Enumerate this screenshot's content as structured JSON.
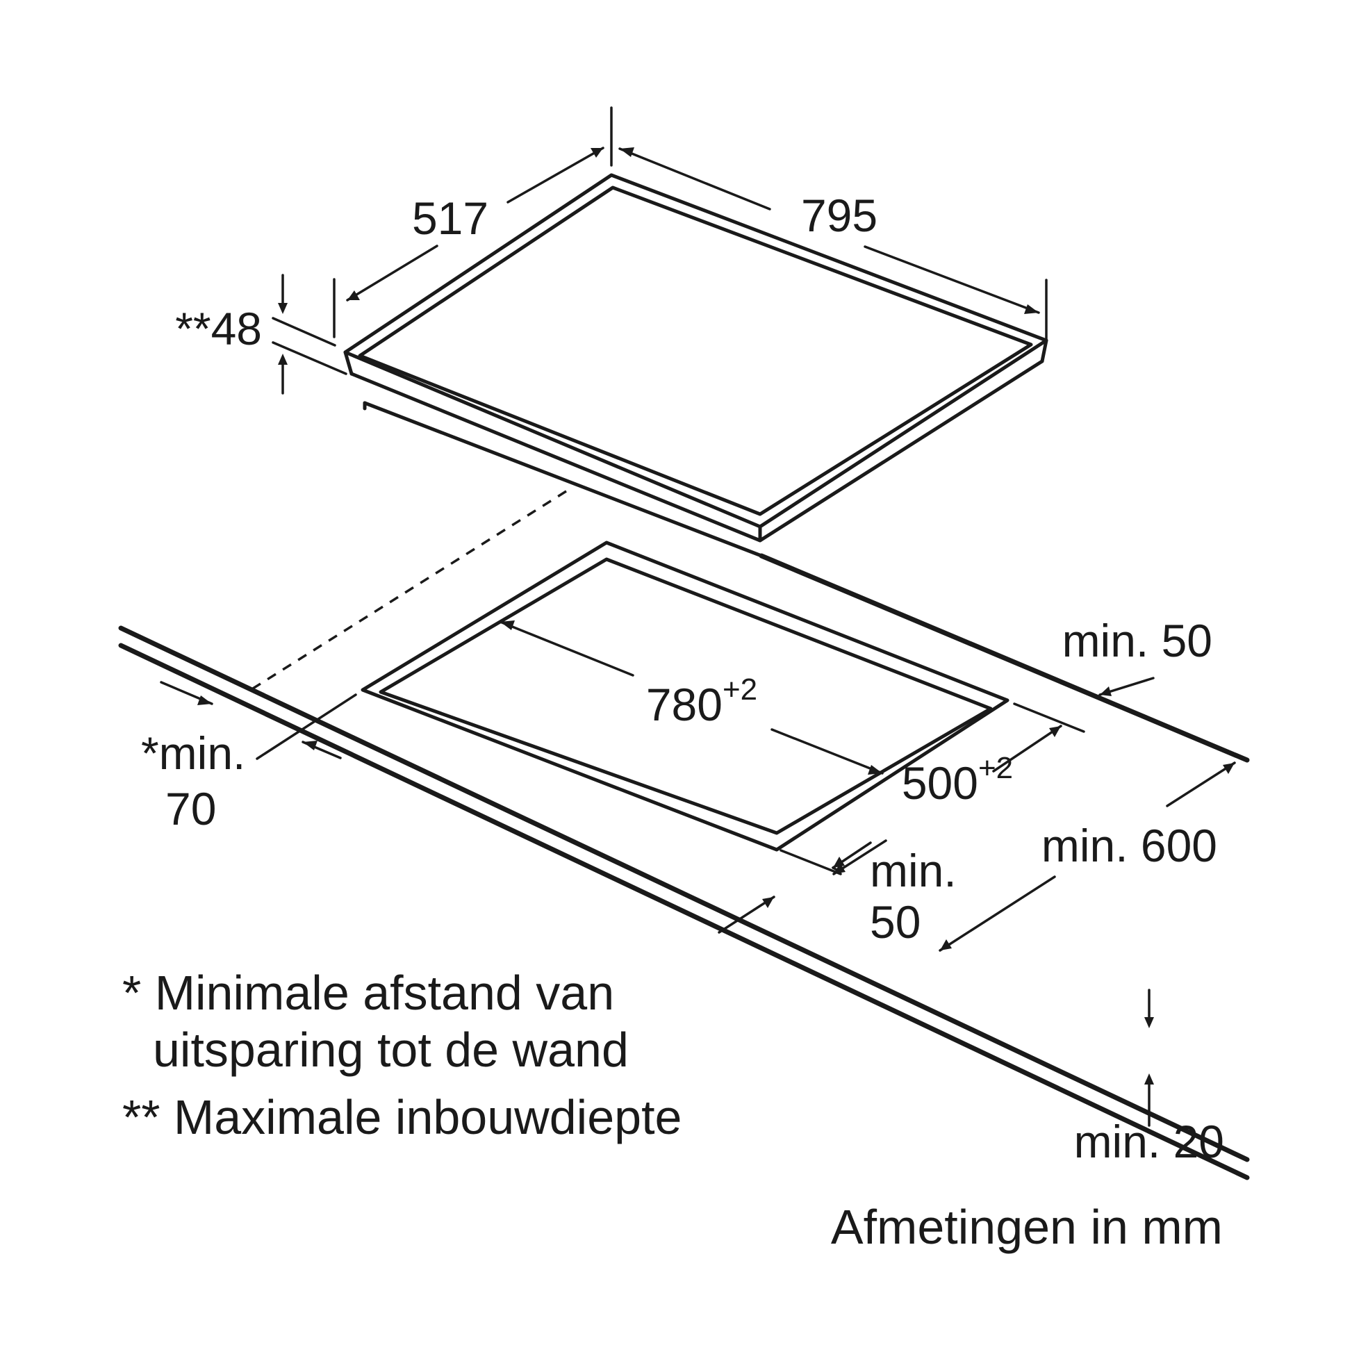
{
  "hob": {
    "depth_label": "517",
    "width_label": "795",
    "max_depth_label": "**48"
  },
  "cutout": {
    "width_main": "780",
    "width_tol": "+2",
    "depth_main": "500",
    "depth_tol": "+2"
  },
  "clearances": {
    "rear": "min. 50",
    "wall_line1": "*min.",
    "wall_line2": "70",
    "front_line1": "min.",
    "front_line2": "50",
    "worktop_depth": "min. 600",
    "worktop_thickness": "min. 20"
  },
  "notes": {
    "note1_line1": "* Minimale afstand van",
    "note1_line2": "uitsparing tot de wand",
    "note2": "** Maximale inbouwdiepte",
    "units": "Afmetingen in mm"
  },
  "colors": {
    "ink": "#1a1a1a",
    "background": "#ffffff"
  }
}
